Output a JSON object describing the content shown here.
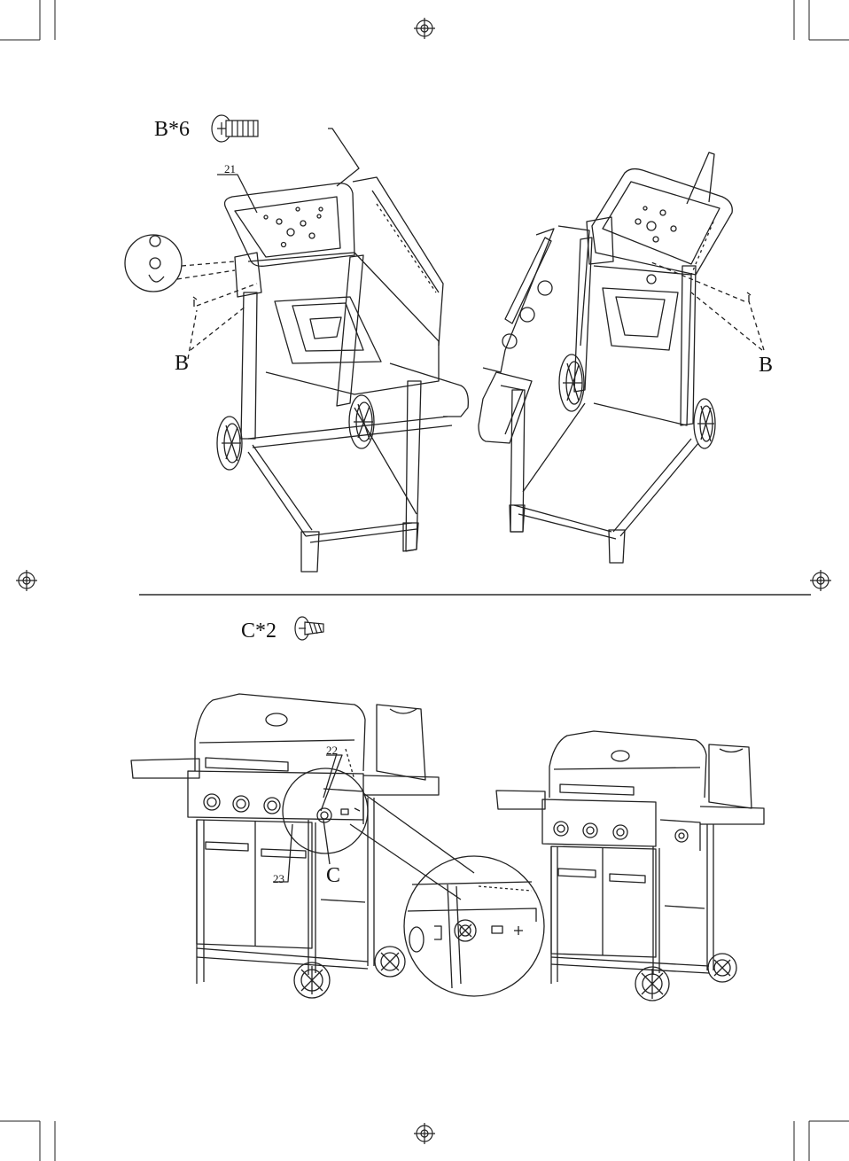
{
  "step_top": {
    "fastener_label": "B*6",
    "fastener_icon": "bolt-icon",
    "part_21": "21",
    "callout_left": "B",
    "callout_right": "B"
  },
  "step_bottom": {
    "fastener_label": "C*2",
    "fastener_icon": "screw-icon",
    "part_22": "22",
    "part_23": "23",
    "callout_c": "C"
  },
  "colors": {
    "line": "#222222",
    "paper": "#ffffff",
    "divider": "#000000"
  }
}
